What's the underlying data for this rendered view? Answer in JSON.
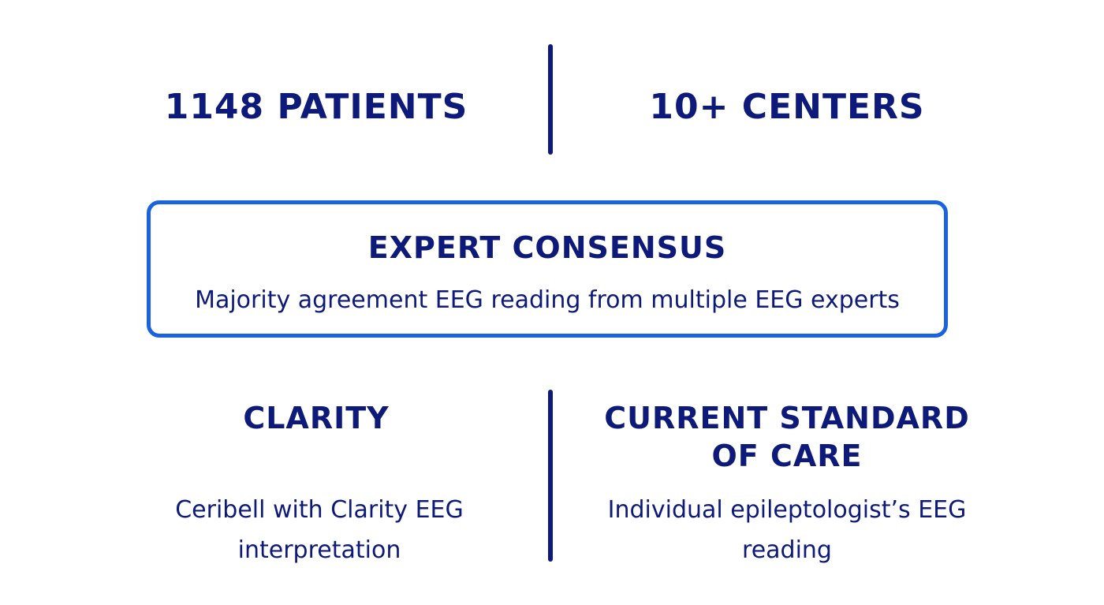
{
  "stats": {
    "patients": "1148 PATIENTS",
    "centers": "10+ CENTERS"
  },
  "consensus": {
    "title": "EXPERT CONSENSUS",
    "description": "Majority agreement EEG reading from multiple EEG experts"
  },
  "clarity": {
    "title": "CLARITY",
    "description_lines": [
      "Ceribell with Clarity EEG",
      "interpretation"
    ]
  },
  "standard_of_care": {
    "title_lines": [
      "CURRENT STANDARD",
      "OF CARE"
    ],
    "description_lines": [
      "Individual epileptologist’s EEG",
      "reading"
    ]
  },
  "colors": {
    "text": "#0d1a7a",
    "box_border": "#1a63e0",
    "background": "#ffffff"
  }
}
